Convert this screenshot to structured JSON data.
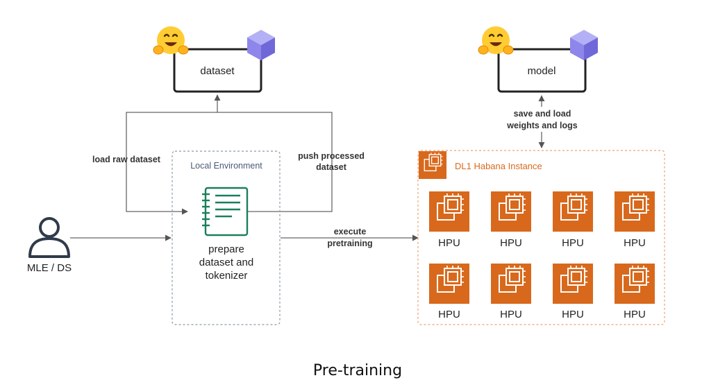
{
  "labels": {
    "dataset": "dataset",
    "model": "model",
    "load_raw_dataset": "load raw dataset",
    "push_processed_line1": "push processed",
    "push_processed_line2": "dataset",
    "save_load_line1": "save and load",
    "save_load_line2": "weights and logs",
    "local_environment": "Local Environment",
    "prepare_line1": "prepare",
    "prepare_line2": "dataset and",
    "prepare_line3": "tokenizer",
    "execute_line1": "execute",
    "execute_line2": "pretraining",
    "user": "MLE / DS",
    "instance": "DL1 Habana Instance",
    "hpu_labels": [
      "HPU",
      "HPU",
      "HPU",
      "HPU",
      "HPU",
      "HPU",
      "HPU",
      "HPU"
    ]
  },
  "caption": "Pre-training",
  "colors": {
    "aws_orange": "#d8691c",
    "aws_border": "#f0a070",
    "doc_green": "#1a7f5a",
    "env_text": "#4a5a75",
    "cube_top": "#b4b0f6",
    "cube_left": "#8e86ea",
    "cube_right": "#7068d8",
    "emoji_yellow": "#ffcc33",
    "user_icon": "#2f3a4a"
  },
  "icons": [
    "hugging-face-emoji-icon",
    "cube-icon",
    "user-icon",
    "document-icon",
    "chip-icon"
  ]
}
